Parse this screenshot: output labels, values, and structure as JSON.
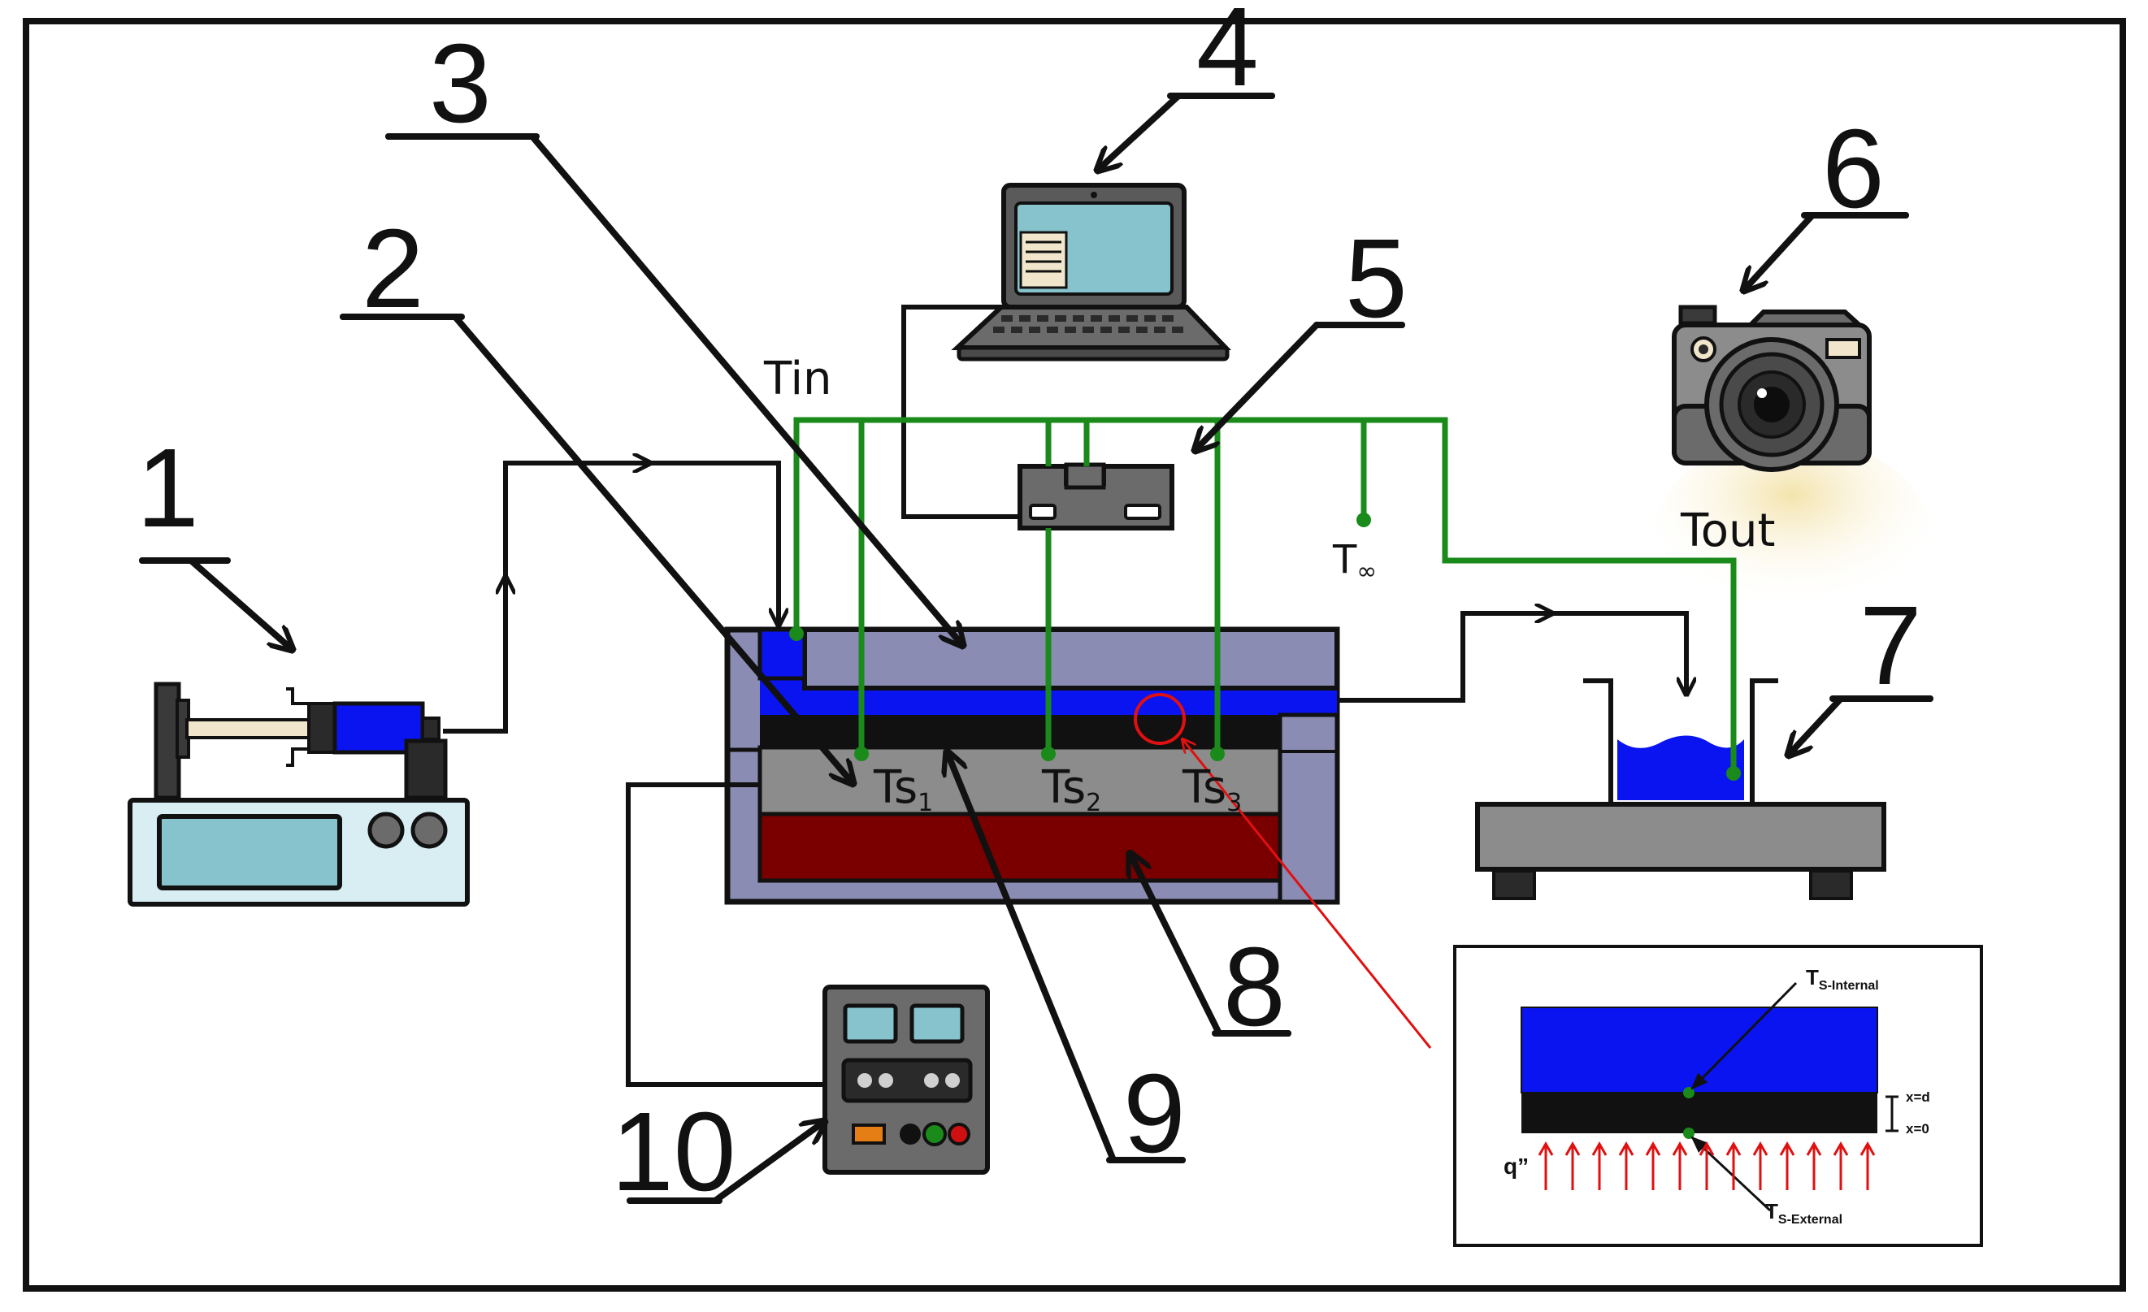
{
  "callouts": {
    "n1": "1",
    "n2": "2",
    "n3": "3",
    "n4": "4",
    "n5": "5",
    "n6": "6",
    "n7": "7",
    "n8": "8",
    "n9": "9",
    "n10": "10"
  },
  "labels": {
    "tin": "Tin",
    "tout": "Tout",
    "t_inf_main": "T",
    "t_inf_sub": "∞",
    "ts1_main": "Ts",
    "ts1_sub": "1",
    "ts2_main": "Ts",
    "ts2_sub": "2",
    "ts3_main": "Ts",
    "ts3_sub": "3"
  },
  "inset": {
    "ts_internal_main": "T",
    "ts_internal_sub": "S-Internal",
    "ts_external_main": "T",
    "ts_external_sub": "S-External",
    "x_d": "x=d",
    "x_0": "x=0",
    "q": "q”"
  },
  "colors": {
    "coolant_blue": "#0a14f0",
    "sensor_green": "#1a8a1a",
    "heater_red": "#7a0000",
    "housing_purple": "#8a8cb4",
    "plate_gray": "#8c8c8c",
    "screen_cyan": "#86c3cc",
    "highlight_red": "#e01010"
  },
  "icons": [
    "syringe-pump-icon",
    "laptop-icon",
    "data-logger-icon",
    "camera-icon",
    "balance-scale-icon",
    "power-supply-icon"
  ]
}
